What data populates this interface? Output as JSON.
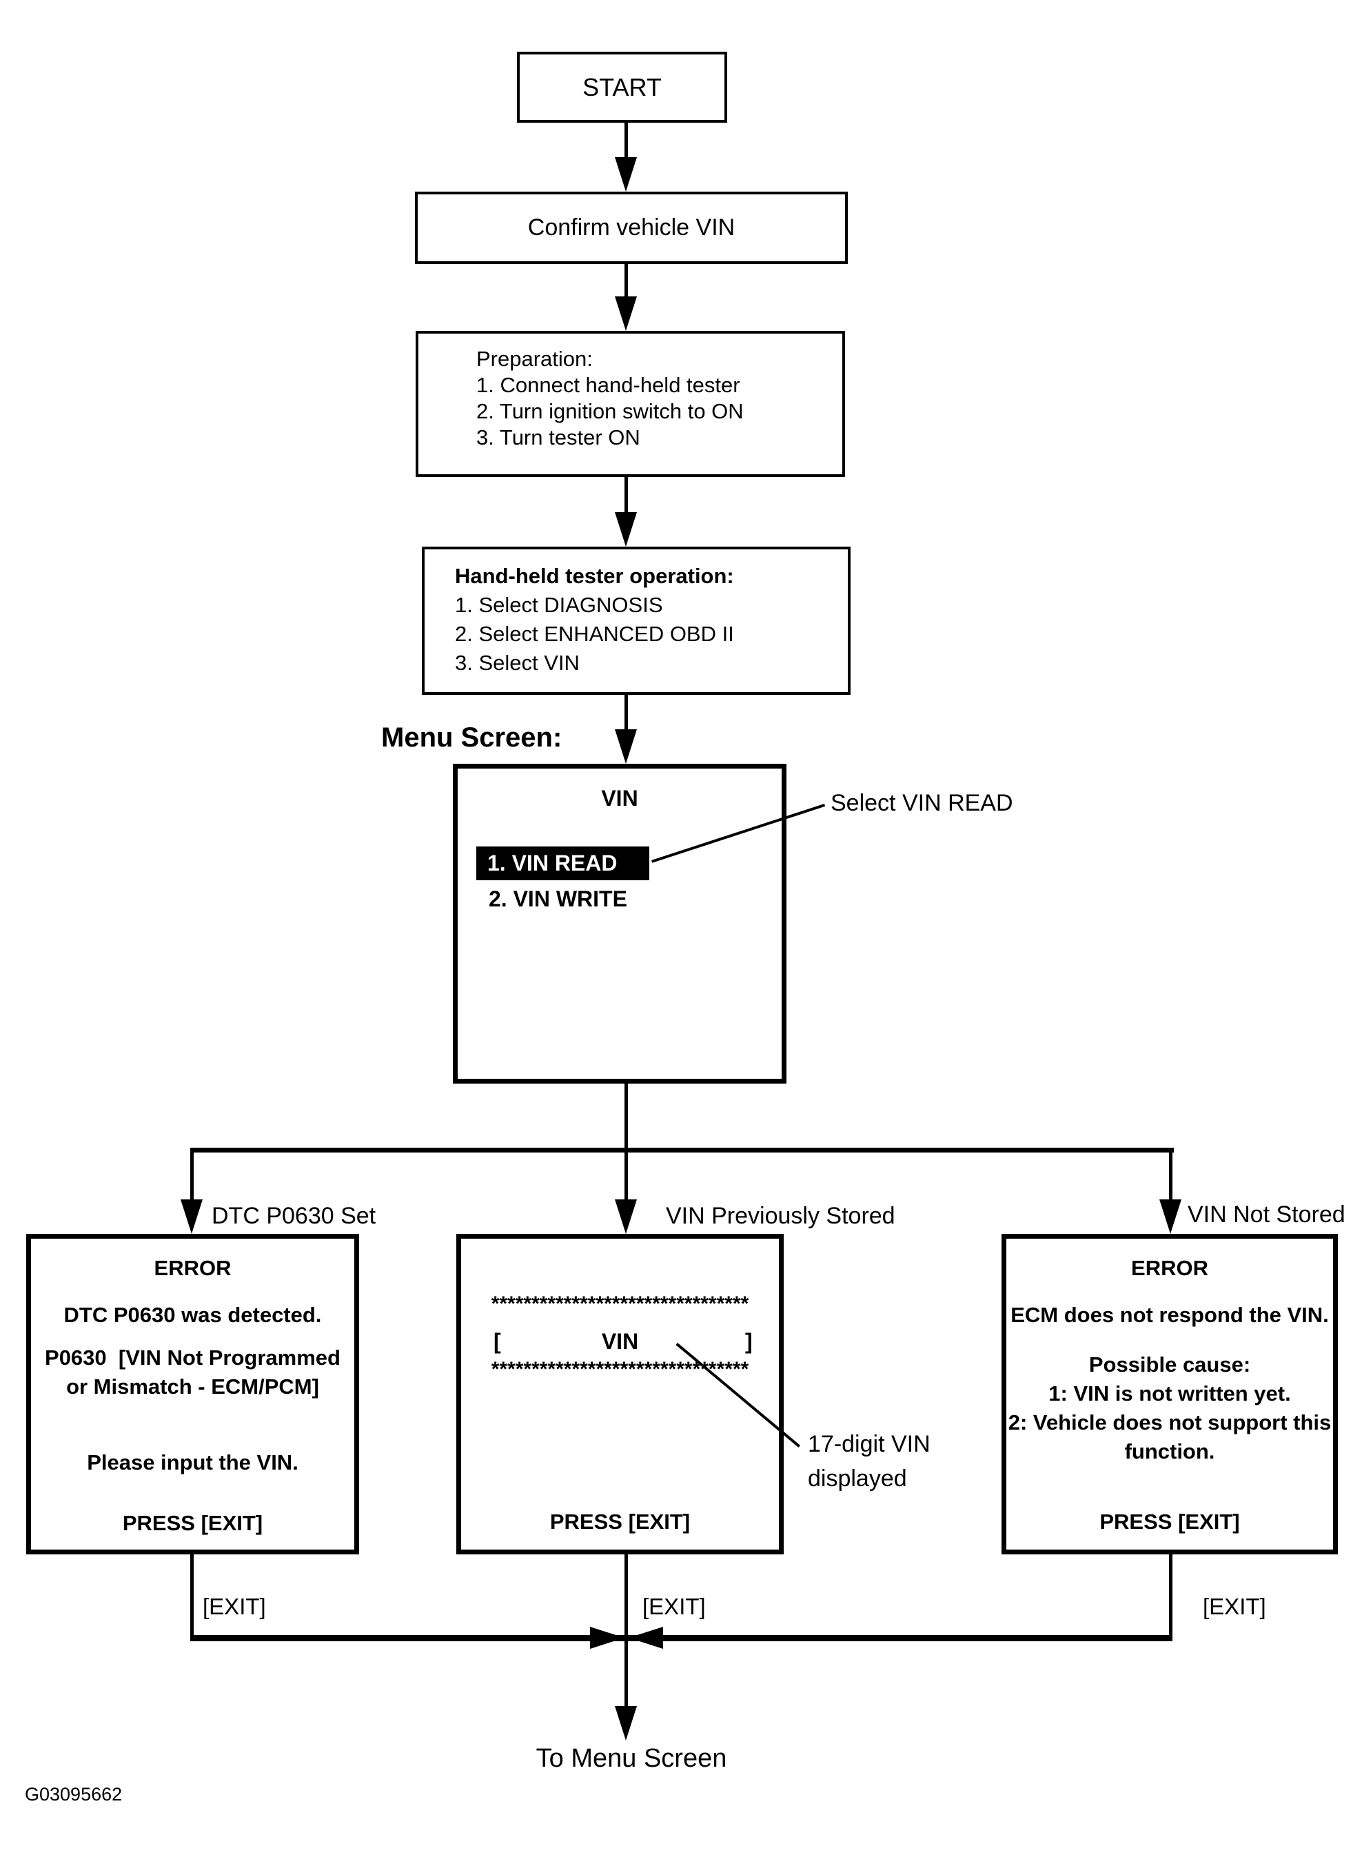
{
  "figure_id": "G03095662",
  "flow": {
    "start": "START",
    "confirm": "Confirm vehicle VIN",
    "preparation": {
      "title": "Preparation:",
      "items": [
        "1. Connect hand-held tester",
        "2. Turn ignition switch to ON",
        "3. Turn tester ON"
      ]
    },
    "tester_operation": {
      "title": "Hand-held tester operation:",
      "items": [
        "1. Select DIAGNOSIS",
        "2. Select ENHANCED OBD II",
        "3. Select VIN"
      ]
    },
    "menu_screen_heading": "Menu Screen:",
    "menu": {
      "title": "VIN",
      "items": [
        "1. VIN READ",
        "2. VIN WRITE"
      ]
    },
    "select_note": "Select VIN READ",
    "branches": {
      "left": "DTC P0630 Set",
      "center": "VIN Previously Stored",
      "right": "VIN Not Stored"
    },
    "error_dtc": {
      "title": "ERROR",
      "lines": [
        "DTC P0630 was detected.",
        "P0630  [VIN Not Programmed",
        "or Mismatch - ECM/PCM]",
        "Please input the VIN."
      ],
      "press": "PRESS [EXIT]"
    },
    "vin_display": {
      "stars_top": "********************************",
      "bracket_left": "[",
      "label": "VIN",
      "bracket_right": "]",
      "stars_bottom": "********************************",
      "press": "PRESS [EXIT]"
    },
    "error_ecm": {
      "title": "ERROR",
      "lines": [
        "ECM does not respond the VIN.",
        "Possible cause:",
        "1: VIN is not written yet.",
        "2: Vehicle does not support this",
        "function."
      ],
      "press": "PRESS [EXIT]"
    },
    "vin_note": {
      "line1": "17-digit VIN",
      "line2": "displayed"
    },
    "exits": {
      "left": "[EXIT]",
      "center": "[EXIT]",
      "right": "[EXIT]"
    },
    "to_menu": "To Menu Screen"
  }
}
